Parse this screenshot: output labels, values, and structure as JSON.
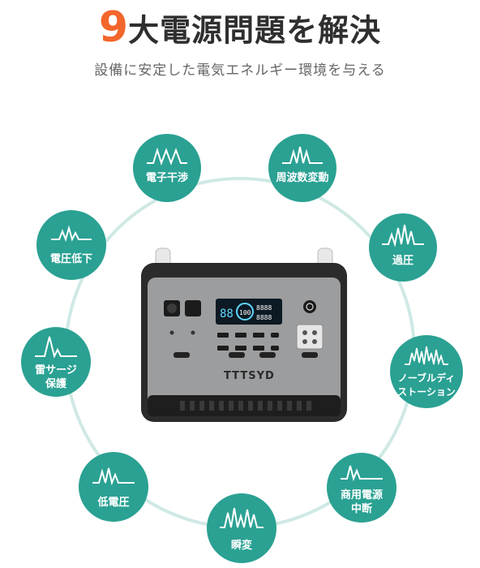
{
  "headline": {
    "number": "9",
    "text": "大電源問題を解決"
  },
  "subtitle": "設備に安定した電気エネルギー環境を与える",
  "colors": {
    "accent": "#f2662b",
    "badge": "#2aa193",
    "ring": "#cfe9e5",
    "text": "#2f2f2f"
  },
  "badges": [
    {
      "id": "noise",
      "icon": "noise-wave-icon",
      "lines": [
        "電子干渉"
      ]
    },
    {
      "id": "freq",
      "icon": "frequency-wave-icon",
      "lines": [
        "周波数変動"
      ]
    },
    {
      "id": "over",
      "icon": "overvoltage-wave-icon",
      "lines": [
        "過圧"
      ]
    },
    {
      "id": "harm",
      "icon": "harmonic-wave-icon",
      "lines": [
        "ノーブルディ",
        "ストーション"
      ]
    },
    {
      "id": "outage",
      "icon": "outage-wave-icon",
      "lines": [
        "商用電源",
        "中断"
      ]
    },
    {
      "id": "trans",
      "icon": "transient-wave-icon",
      "lines": [
        "瞬変"
      ]
    },
    {
      "id": "under",
      "icon": "undervoltage-wave-icon",
      "lines": [
        "低電圧"
      ]
    },
    {
      "id": "surge",
      "icon": "surge-wave-icon",
      "lines": [
        "雷サージ",
        "保護"
      ]
    },
    {
      "id": "sag",
      "icon": "sag-wave-icon",
      "lines": [
        "電圧低下"
      ]
    }
  ],
  "device": {
    "brand": "TTTSYD",
    "screen_left": "88",
    "screen_center": "100",
    "screen_right_top": "8888",
    "screen_right_bottom": "8888"
  }
}
